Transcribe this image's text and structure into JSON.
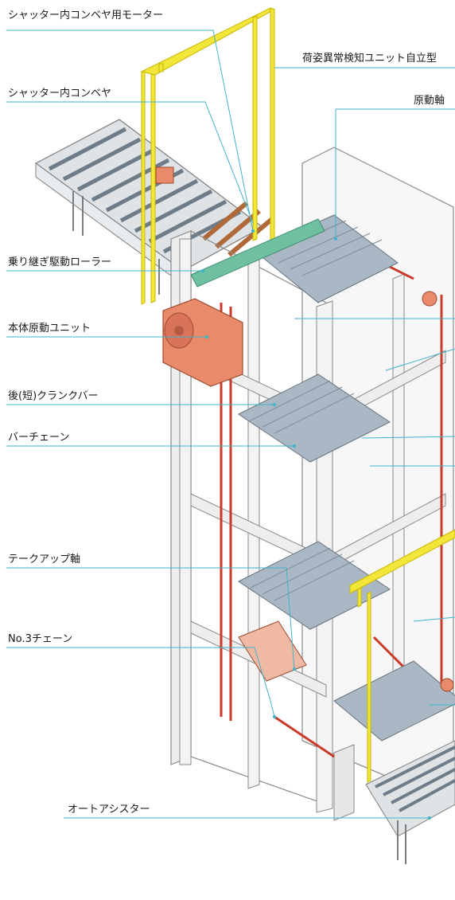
{
  "labels": {
    "shutter_conveyor_motor": "シャッター内コンベヤ用モーター",
    "shutter_conveyor": "シャッター内コンベヤ",
    "relay_drive_roller": "乗り継ぎ駆動ローラー",
    "main_drive_unit": "本体原動ユニット",
    "rear_crank_bar": "後(短)クランクバー",
    "bar_chain": "バーチェーン",
    "take_up_shaft": "テークアップ軸",
    "no3_chain": "No.3チェーン",
    "auto_assister": "オートアシスター",
    "load_detect_unit": "荷姿異常検知ユニット自立型",
    "drive_shaft": "原動軸"
  },
  "colors": {
    "frame": "#f4f4f4",
    "frame_edge": "#8a8a8a",
    "slat": "#a9b8c4",
    "yellow": "#f2e63a",
    "chain": "#c93a2a",
    "motor": "#e98a6a",
    "green_roller": "#6fc0a0",
    "leader": "#3fb3c9",
    "brown_roller": "#b06a3a"
  }
}
